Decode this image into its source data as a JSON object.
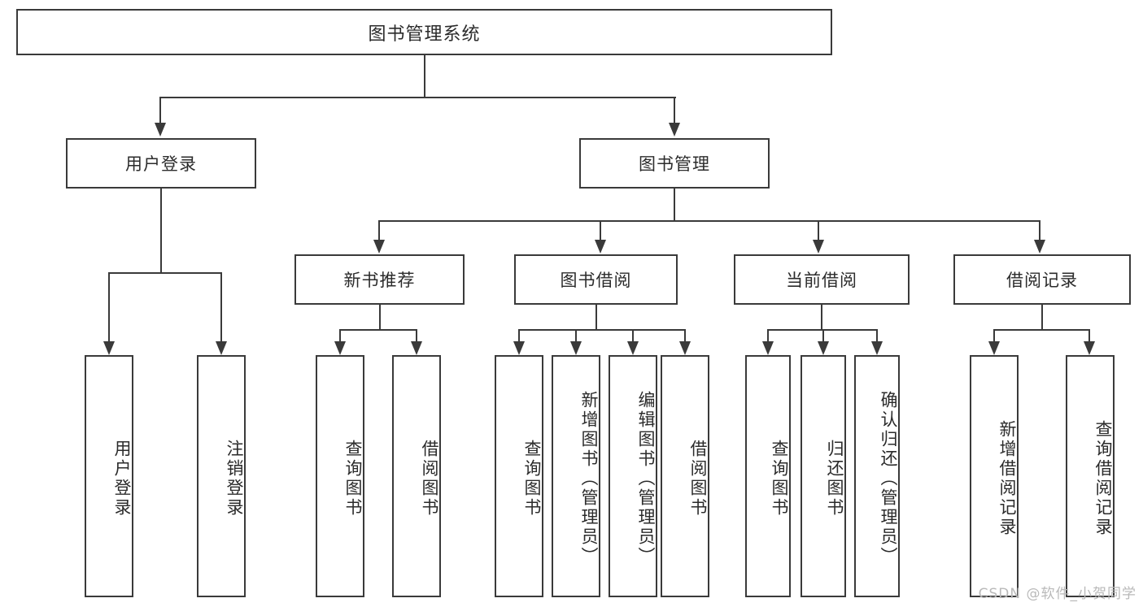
{
  "diagram": {
    "type": "tree-hierarchy-chart",
    "title": "图书管理系统",
    "root": {
      "label": "图书管理系统"
    },
    "level2": [
      {
        "label": "用户登录"
      },
      {
        "label": "图书管理"
      }
    ],
    "level3": [
      {
        "label": "新书推荐"
      },
      {
        "label": "图书借阅"
      },
      {
        "label": "当前借阅"
      },
      {
        "label": "借阅记录"
      }
    ],
    "leaves": [
      {
        "label": "用户登录",
        "parent": "用户登录"
      },
      {
        "label": "注销登录",
        "parent": "用户登录"
      },
      {
        "label": "查询图书",
        "parent": "新书推荐"
      },
      {
        "label": "借阅图书",
        "parent": "新书推荐"
      },
      {
        "label": "查询图书",
        "parent": "图书借阅"
      },
      {
        "label": "新增图书（管理员）",
        "parent": "图书借阅"
      },
      {
        "label": "编辑图书（管理员）",
        "parent": "图书借阅"
      },
      {
        "label": "借阅图书",
        "parent": "图书借阅"
      },
      {
        "label": "查询图书",
        "parent": "当前借阅"
      },
      {
        "label": "归还图书",
        "parent": "当前借阅"
      },
      {
        "label": "确认归还（管理员）",
        "parent": "当前借阅"
      },
      {
        "label": "新增借阅记录",
        "parent": "借阅记录"
      },
      {
        "label": "查询借阅记录",
        "parent": "借阅记录"
      }
    ]
  },
  "watermark": {
    "text": "CSDN @软件_小贺同学"
  },
  "colors": {
    "stroke": "#3a3a3a",
    "fill": "#ffffff",
    "text": "#2b2b2b",
    "watermark": "#b9b9b9"
  }
}
